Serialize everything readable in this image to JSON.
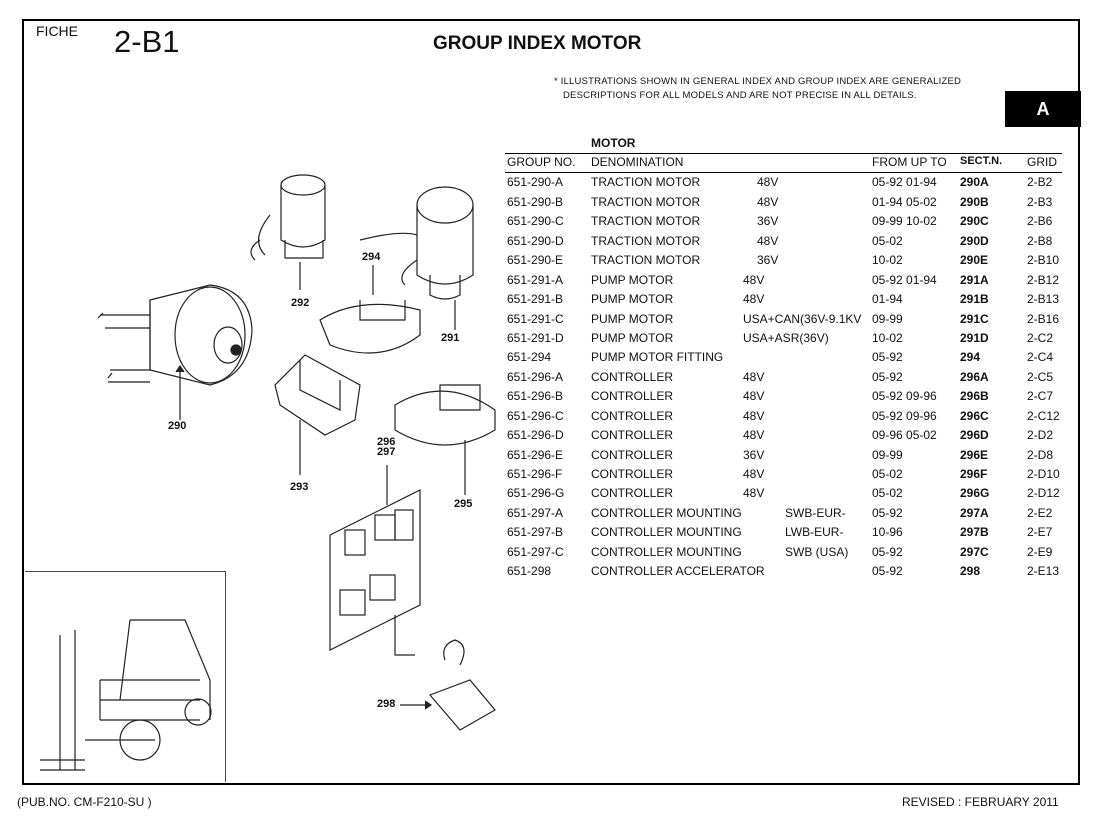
{
  "header": {
    "fiche_label": "FICHE",
    "fiche_code": "2-B1",
    "title": "GROUP INDEX MOTOR",
    "note_line1": "* ILLUSTRATIONS SHOWN IN GENERAL INDEX AND GROUP INDEX ARE GENERALIZED",
    "note_line2": "DESCRIPTIONS FOR ALL MODELS AND ARE NOT PRECISE IN ALL DETAILS.",
    "badge": "A"
  },
  "section_title": "MOTOR",
  "columns": {
    "group": "GROUP NO.",
    "denomination": "DENOMINATION",
    "from_to": "FROM UP TO",
    "sect": "SECT.N.",
    "grid": "GRID"
  },
  "rows": [
    {
      "group": "651-290-A",
      "denom": "TRACTION MOTOR",
      "volt": "48V",
      "model": "",
      "from": "05-92 01-94",
      "sect": "290A",
      "grid": "2-B2"
    },
    {
      "group": "651-290-B",
      "denom": "TRACTION MOTOR",
      "volt": "48V",
      "model": "",
      "from": "01-94 05-02",
      "sect": "290B",
      "grid": "2-B3"
    },
    {
      "group": "651-290-C",
      "denom": "TRACTION MOTOR",
      "volt": "36V",
      "model": "",
      "from": "09-99 10-02",
      "sect": "290C",
      "grid": "2-B6"
    },
    {
      "group": "651-290-D",
      "denom": "TRACTION MOTOR",
      "volt": "48V",
      "model": "",
      "from": "05-02",
      "sect": "290D",
      "grid": "2-B8"
    },
    {
      "group": "651-290-E",
      "denom": "TRACTION MOTOR",
      "volt": "36V",
      "model": "",
      "from": "10-02",
      "sect": "290E",
      "grid": "2-B10"
    },
    {
      "group": "651-291-A",
      "denom": "PUMP MOTOR",
      "volt": "",
      "model": "48V",
      "from": "05-92 01-94",
      "sect": "291A",
      "grid": "2-B12"
    },
    {
      "group": "651-291-B",
      "denom": "PUMP MOTOR",
      "volt": "",
      "model": "48V",
      "from": "01-94",
      "sect": "291B",
      "grid": "2-B13"
    },
    {
      "group": "651-291-C",
      "denom": "PUMP MOTOR",
      "volt": "",
      "model": "USA+CAN(36V-9.1KV",
      "from": "09-99",
      "sect": "291C",
      "grid": "2-B16"
    },
    {
      "group": "651-291-D",
      "denom": "PUMP MOTOR",
      "volt": "",
      "model": "USA+ASR(36V)",
      "from": "10-02",
      "sect": "291D",
      "grid": "2-C2"
    },
    {
      "group": "651-294",
      "denom": "PUMP MOTOR FITTING",
      "volt": "",
      "model": "",
      "from": "05-92",
      "sect": "294",
      "grid": "2-C4"
    },
    {
      "group": "651-296-A",
      "denom": "CONTROLLER",
      "volt": "",
      "model": "48V",
      "from": "05-92",
      "sect": "296A",
      "grid": "2-C5"
    },
    {
      "group": "651-296-B",
      "denom": "CONTROLLER",
      "volt": "",
      "model": "48V",
      "from": "05-92 09-96",
      "sect": "296B",
      "grid": "2-C7"
    },
    {
      "group": "651-296-C",
      "denom": "CONTROLLER",
      "volt": "",
      "model": "48V",
      "from": "05-92 09-96",
      "sect": "296C",
      "grid": "2-C12"
    },
    {
      "group": "651-296-D",
      "denom": "CONTROLLER",
      "volt": "",
      "model": "48V",
      "from": "09-96 05-02",
      "sect": "296D",
      "grid": "2-D2"
    },
    {
      "group": "651-296-E",
      "denom": "CONTROLLER",
      "volt": "",
      "model": "36V",
      "from": "09-99",
      "sect": "296E",
      "grid": "2-D8"
    },
    {
      "group": "651-296-F",
      "denom": "CONTROLLER",
      "volt": "",
      "model": "48V",
      "from": "05-02",
      "sect": "296F",
      "grid": "2-D10"
    },
    {
      "group": "651-296-G",
      "denom": "CONTROLLER",
      "volt": "",
      "model": "48V",
      "from": "05-02",
      "sect": "296G",
      "grid": "2-D12"
    },
    {
      "group": "651-297-A",
      "denom": "CONTROLLER MOUNTING",
      "volt": "",
      "model": "SWB-EUR-",
      "from": "05-92",
      "sect": "297A",
      "grid": "2-E2"
    },
    {
      "group": "651-297-B",
      "denom": "CONTROLLER MOUNTING",
      "volt": "",
      "model": "LWB-EUR-",
      "from": "10-96",
      "sect": "297B",
      "grid": "2-E7"
    },
    {
      "group": "651-297-C",
      "denom": "CONTROLLER MOUNTING",
      "volt": "",
      "model": "SWB (USA)",
      "from": "05-92",
      "sect": "297C",
      "grid": "2-E9"
    },
    {
      "group": "651-298",
      "denom": "CONTROLLER ACCELERATOR",
      "volt": "",
      "model": "",
      "from": "05-92",
      "sect": "298",
      "grid": "2-E13"
    }
  ],
  "callouts": {
    "c290": "290",
    "c291": "291",
    "c292": "292",
    "c293": "293",
    "c294": "294",
    "c295": "295",
    "c296": "296",
    "c297": "297",
    "c298": "298"
  },
  "footer": {
    "pub_no": "(PUB.NO. CM-F210-SU )",
    "revised": "REVISED : FEBRUARY 2011"
  }
}
